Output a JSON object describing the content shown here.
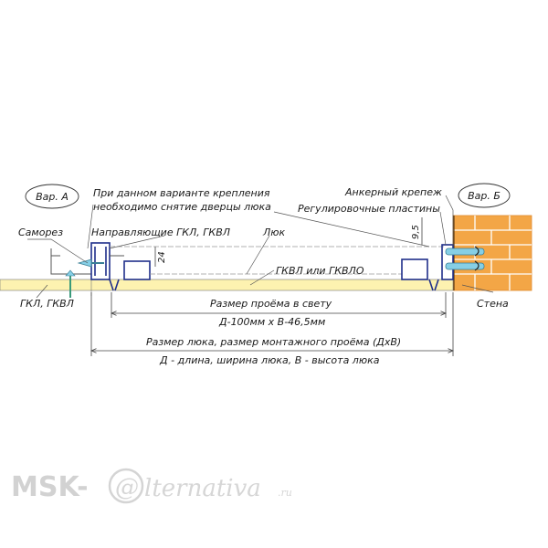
{
  "labels": {
    "var_a": "Вар. А",
    "var_b": "Вар. Б",
    "note_line1": "При данном варианте крепления",
    "note_line2": "необходимо снятие дверцы люка",
    "anchor": "Анкерный крепеж",
    "plates": "Регулировочные пластины",
    "screw": "Саморез",
    "guides": "Направляющие ГКЛ, ГКВЛ",
    "hatch": "Люк",
    "dim_95": "9,5",
    "dim_24": "24",
    "gkvl": "ГКВЛ или ГКВЛО",
    "gkl": "ГКЛ, ГКВЛ",
    "wall": "Стена",
    "clear_opening": "Размер проёма в свету",
    "clear_formula": "Д-100мм х В-46,5мм",
    "hatch_size": "Размер люка, размер монтажного проёма (ДхВ)",
    "legend": "Д - длина, ширина люка, В - высота люка"
  },
  "watermark": {
    "left": "MSK-",
    "at": "@",
    "right": "lternativa",
    "tld": ".ru"
  },
  "colors": {
    "board": "#fdf2b0",
    "brick": "#f3a646",
    "brick_line": "#ffffff",
    "profile": "#1f2f8a",
    "anchor": "#86cfe6",
    "line": "#333333"
  }
}
